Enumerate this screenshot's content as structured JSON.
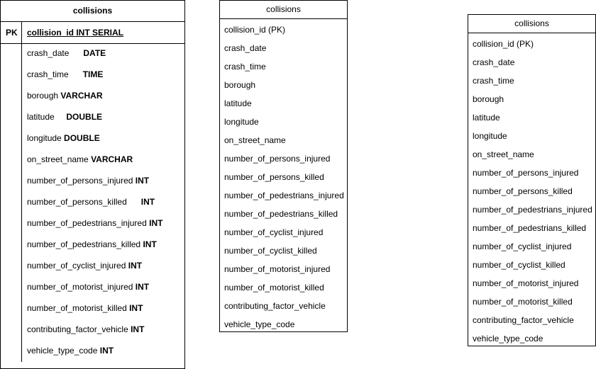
{
  "table1": {
    "title": "collisions",
    "pk_label": "PK",
    "pk_field": "collision_id INT SERIAL",
    "fields": [
      {
        "name": "crash_date      ",
        "type": "DATE"
      },
      {
        "name": "crash_time      ",
        "type": "TIME"
      },
      {
        "name": "borough ",
        "type": "VARCHAR"
      },
      {
        "name": "latitude     ",
        "type": "DOUBLE"
      },
      {
        "name": "longitude ",
        "type": "DOUBLE"
      },
      {
        "name": "on_street_name ",
        "type": "VARCHAR"
      },
      {
        "name": "number_of_persons_injured ",
        "type": "INT"
      },
      {
        "name": "number_of_persons_killed      ",
        "type": "INT"
      },
      {
        "name": "number_of_pedestrians_injured ",
        "type": "INT"
      },
      {
        "name": "number_of_pedestrians_killed ",
        "type": "INT"
      },
      {
        "name": "number_of_cyclist_injured ",
        "type": "INT"
      },
      {
        "name": "number_of_motorist_injured ",
        "type": "INT"
      },
      {
        "name": "number_of_motorist_killed ",
        "type": "INT"
      },
      {
        "name": "contributing_factor_vehicle ",
        "type": "INT"
      },
      {
        "name": "vehicle_type_code ",
        "type": "INT"
      }
    ]
  },
  "table2": {
    "title": "collisions",
    "fields": [
      "collision_id (PK)",
      "crash_date",
      "crash_time",
      "borough",
      "latitude",
      "longitude",
      "on_street_name",
      "number_of_persons_injured",
      "number_of_persons_killed",
      "number_of_pedestrians_injured",
      "number_of_pedestrians_killed",
      "number_of_cyclist_injured",
      "number_of_cyclist_killed",
      "number_of_motorist_injured",
      "number_of_motorist_killed",
      "contributing_factor_vehicle",
      "vehicle_type_code"
    ]
  },
  "table3": {
    "title": "collisions",
    "fields": [
      "collision_id (PK)",
      "crash_date",
      "crash_time",
      "borough",
      "latitude",
      "longitude",
      "on_street_name",
      "number_of_persons_injured",
      "number_of_persons_killed",
      "number_of_pedestrians_injured",
      "number_of_pedestrians_killed",
      "number_of_cyclist_injured",
      "number_of_cyclist_killed",
      "number_of_motorist_injured",
      "number_of_motorist_killed",
      "contributing_factor_vehicle",
      "vehicle_type_code"
    ]
  }
}
